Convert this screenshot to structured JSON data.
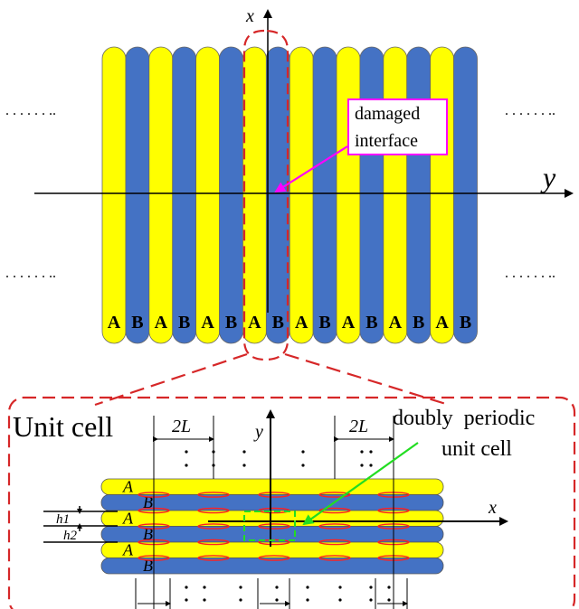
{
  "top": {
    "axis_x_label": "x",
    "axis_y_label": "y",
    "dots_left_top": ". . . . . . ..",
    "dots_left_bottom": ". . . . . . ..",
    "dots_right_top": ". . . . . . ..",
    "dots_right_bottom": ". . . . . . ..",
    "annotation_line1": "damaged",
    "annotation_line2": "interface",
    "layer_labels": [
      "A",
      "B",
      "A",
      "B",
      "A",
      "B",
      "A",
      "B",
      "A",
      "B",
      "A",
      "B",
      "A",
      "B",
      "A",
      "B"
    ],
    "colors": {
      "A": "#ffff00",
      "B": "#4472c4",
      "annotation": "#ff00ff",
      "zoom": "#d62728"
    }
  },
  "bottom": {
    "title": "Unit cell",
    "axis_y_label": "y",
    "axis_x_label": "x",
    "period_left": "2L",
    "period_right": "2L",
    "annotation_line1": "doubly  periodic",
    "annotation_line2": "unit cell",
    "h1_label": "h1",
    "h2_label": "h2",
    "layer_labels": [
      "A",
      "B",
      "A",
      "B",
      "A",
      "B"
    ],
    "colors": {
      "annotation": "#22dd22",
      "crack": "#ff2020"
    }
  }
}
